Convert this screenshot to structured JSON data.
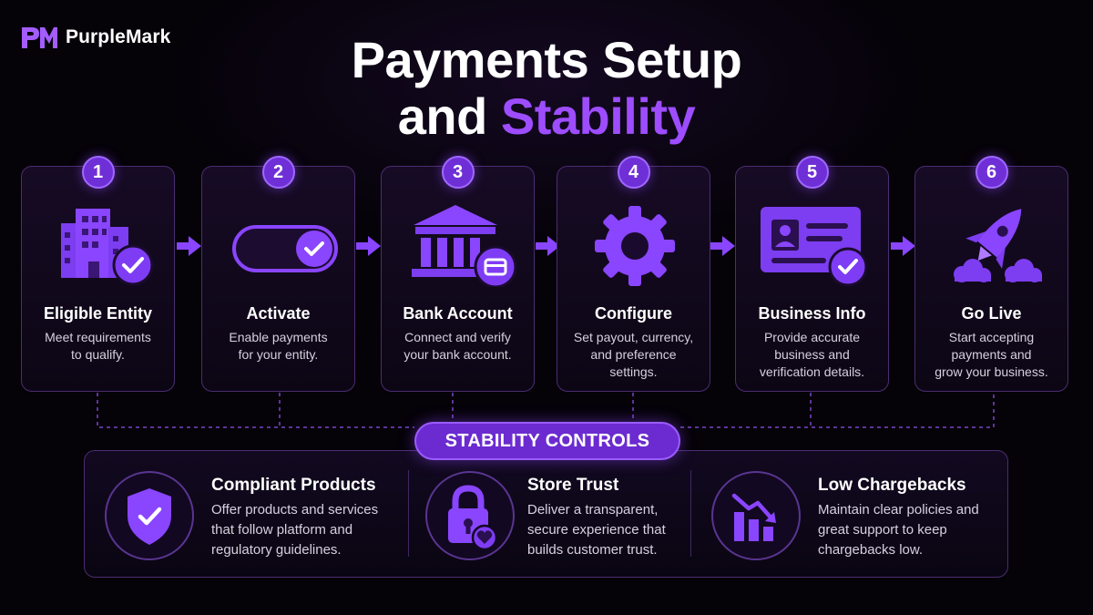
{
  "brand": {
    "name": "PurpleMark"
  },
  "title": {
    "line1": "Payments Setup",
    "line2_white": "and",
    "line2_purple": "Stability"
  },
  "colors": {
    "accent": "#9d4dff",
    "accent_dark": "#6b2bd0",
    "background": "#050208",
    "card_border": "#4b2d72"
  },
  "steps": [
    {
      "number": "1",
      "title": "Eligible Entity",
      "desc_lines": [
        "Meet requirements",
        "to qualify."
      ],
      "icon": "building-check-icon"
    },
    {
      "number": "2",
      "title": "Activate",
      "desc_lines": [
        "Enable payments",
        "for your entity."
      ],
      "icon": "toggle-check-icon"
    },
    {
      "number": "3",
      "title": "Bank Account",
      "desc_lines": [
        "Connect and verify",
        "your bank account."
      ],
      "icon": "bank-card-icon"
    },
    {
      "number": "4",
      "title": "Configure",
      "desc_lines": [
        "Set payout, currency,",
        "and preference",
        "settings."
      ],
      "icon": "gear-icon"
    },
    {
      "number": "5",
      "title": "Business Info",
      "desc_lines": [
        "Provide accurate",
        "business and",
        "verification details."
      ],
      "icon": "id-card-check-icon"
    },
    {
      "number": "6",
      "title": "Go Live",
      "desc_lines": [
        "Start accepting",
        "payments and",
        "grow your business."
      ],
      "icon": "rocket-icon"
    }
  ],
  "controls": {
    "label": "STABILITY CONTROLS",
    "items": [
      {
        "title": "Compliant Products",
        "desc_lines": [
          "Offer products and services",
          "that follow platform and",
          "regulatory guidelines."
        ],
        "icon": "shield-check-icon"
      },
      {
        "title": "Store Trust",
        "desc_lines": [
          "Deliver a transparent,",
          "secure experience that",
          "builds customer trust."
        ],
        "icon": "lock-heart-icon"
      },
      {
        "title": "Low Chargebacks",
        "desc_lines": [
          "Maintain clear policies and",
          "great support to keep",
          "chargebacks low."
        ],
        "icon": "chart-down-icon"
      }
    ]
  }
}
